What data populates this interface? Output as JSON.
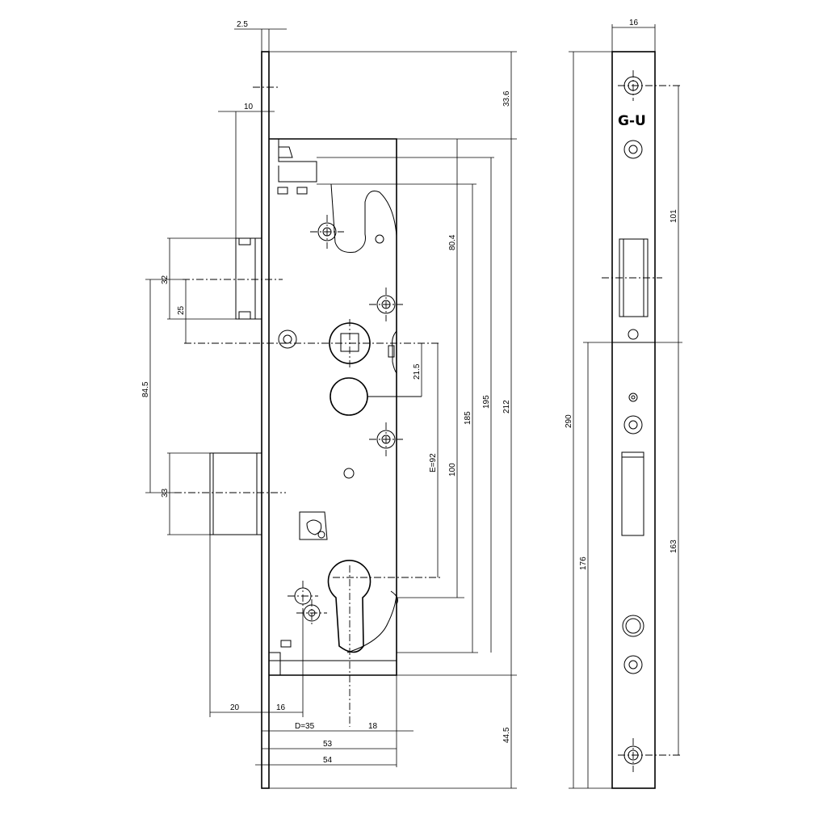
{
  "dimensions": {
    "d_2_5": "2.5",
    "d_10": "10",
    "d_33_6": "33.6",
    "d_80_4": "80.4",
    "d_32": "32",
    "d_25": "25",
    "d_84_5": "84.5",
    "d_21_5": "21.5",
    "d_185": "185",
    "d_195": "195",
    "d_212": "212",
    "d_e92": "E=92",
    "d_100": "100",
    "d_33": "33",
    "d_20": "20",
    "d_16_side": "16",
    "d_d35": "D=35",
    "d_18": "18",
    "d_53": "53",
    "d_54": "54",
    "d_44_5": "44.5",
    "d_16_top": "16",
    "d_101": "101",
    "d_290": "290",
    "d_176": "176",
    "d_163": "163"
  },
  "brand": {
    "logo_text": "G-U"
  }
}
